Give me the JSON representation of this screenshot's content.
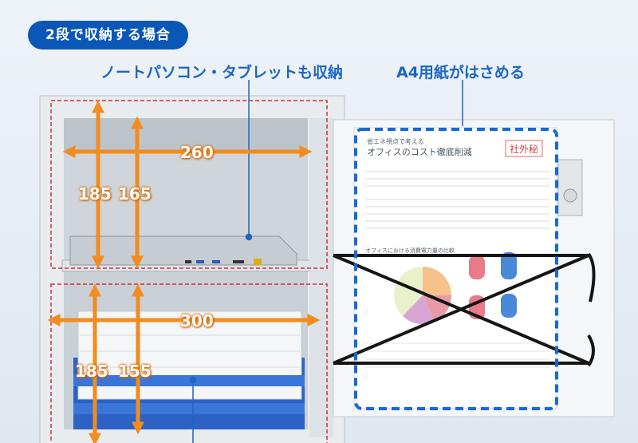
{
  "badge": "2段で収納する場合",
  "callouts": {
    "laptop": "ノートパソコン・タブレットも収納",
    "paper": "A4用紙がはさめる"
  },
  "upper": {
    "width": "260",
    "height_outer": "185",
    "height_inner": "165"
  },
  "lower": {
    "width": "300",
    "height_outer": "185",
    "height_inner": "155"
  },
  "document": {
    "stamp": "社外秘",
    "subtitle": "省エネ視点で考える",
    "title": "オフィスのコスト徹底削減",
    "chart_caption": "オフィスにおける消費電力量の比較"
  },
  "colors": {
    "accent": "#f28c1e",
    "label": "#1c66c4",
    "badge": "#0a57b7",
    "guide": "#d23030"
  }
}
